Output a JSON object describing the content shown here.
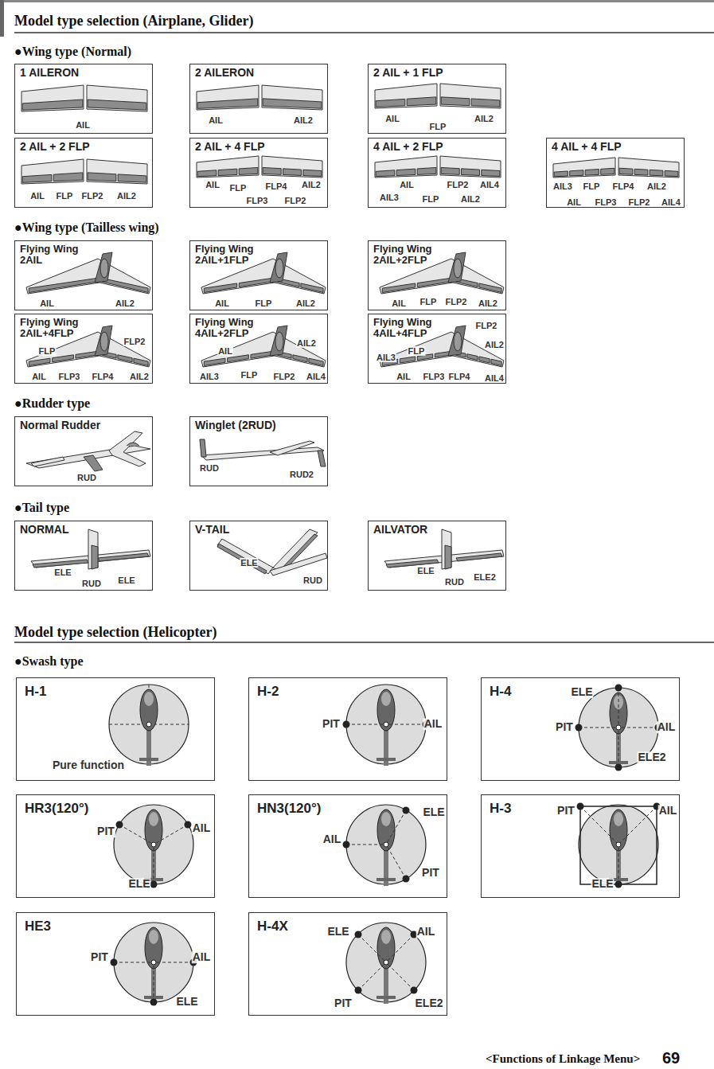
{
  "diagram": {
    "nodes": [
      {
        "text": [
          "1 AILERON",
          "AIL"
        ]
      },
      {
        "text": [
          "2 AILERON",
          "AIL",
          "AIL2"
        ]
      },
      {
        "text": [
          "2 AIL + 1 FLP",
          "AIL",
          "FLP",
          "AIL2"
        ]
      },
      {
        "text": [
          "2 AIL + 2 FLP",
          "AIL",
          "FLP",
          "FLP2",
          "AIL2"
        ]
      },
      {
        "text": [
          "2 AIL + 4 FLP",
          "AIL",
          "FLP",
          "FLP4",
          "AIL2",
          "FLP3",
          "FLP2"
        ]
      },
      {
        "text": [
          "4 AIL + 2 FLP",
          "AIL",
          "FLP2",
          "AIL4",
          "AIL3",
          "FLP",
          "AIL2"
        ]
      },
      {
        "text": [
          "4 AIL + 4 FLP",
          "AIL3",
          "FLP",
          "FLP4",
          "AIL2",
          "AIL",
          "FLP3",
          "FLP2",
          "AIL4"
        ]
      },
      {
        "text": [
          "Flying Wing 2AIL",
          "AIL",
          "AIL2"
        ]
      },
      {
        "text": [
          "Flying Wing 2AIL+1FLP",
          "AIL",
          "FLP",
          "AIL2"
        ]
      },
      {
        "text": [
          "Flying Wing 2AIL+2FLP",
          "AIL",
          "FLP",
          "FLP2",
          "AIL2"
        ]
      },
      {
        "text": [
          "Flying Wing 2AIL+4FLP",
          "FLP",
          "FLP2",
          "AIL",
          "FLP3",
          "FLP4",
          "AIL2"
        ]
      },
      {
        "text": [
          "Flying Wing 4AIL+2FLP",
          "AIL",
          "AIL2",
          "AIL3",
          "FLP",
          "FLP2",
          "AIL4"
        ]
      },
      {
        "text": [
          "Flying Wing 4AIL+4FLP",
          "FLP2",
          "AIL2",
          "AIL3",
          "FLP",
          "AIL",
          "FLP3",
          "FLP4",
          "AIL4"
        ]
      },
      {
        "text": [
          "Normal Rudder",
          "RUD"
        ]
      },
      {
        "text": [
          "Winglet (2RUD)",
          "RUD",
          "RUD2"
        ]
      },
      {
        "text": [
          "NORMAL",
          "ELE",
          "RUD",
          "ELE"
        ]
      },
      {
        "text": [
          "V-TAIL",
          "ELE",
          "RUD"
        ]
      },
      {
        "text": [
          "AILVATOR",
          "ELE",
          "RUD",
          "ELE2"
        ]
      },
      {
        "text": [
          "H-1",
          "Pure function"
        ]
      },
      {
        "text": [
          "H-2",
          "PIT",
          "AIL"
        ]
      },
      {
        "text": [
          "H-4",
          "ELE",
          "PIT",
          "AIL",
          "ELE2"
        ]
      },
      {
        "text": [
          "HR3(120°)",
          "PIT",
          "AIL",
          "ELE"
        ]
      },
      {
        "text": [
          "HN3(120°)",
          "ELE",
          "AIL",
          "PIT"
        ]
      },
      {
        "text": [
          "H-3",
          "PIT",
          "AIL",
          "ELE"
        ]
      },
      {
        "text": [
          "HE3",
          "PIT",
          "AIL",
          "ELE"
        ]
      },
      {
        "text": [
          "H-4X",
          "ELE",
          "AIL",
          "PIT",
          "ELE2"
        ]
      }
    ],
    "labels": [
      "Model type selection (Airplane, Glider)",
      "●Wing type (Normal)",
      "●Wing type (Tailless wing)",
      "●Rudder type",
      "●Tail type",
      "Model type selection (Helicopter)",
      "●Swash type",
      "<Functions of Linkage Menu>",
      "69"
    ]
  }
}
